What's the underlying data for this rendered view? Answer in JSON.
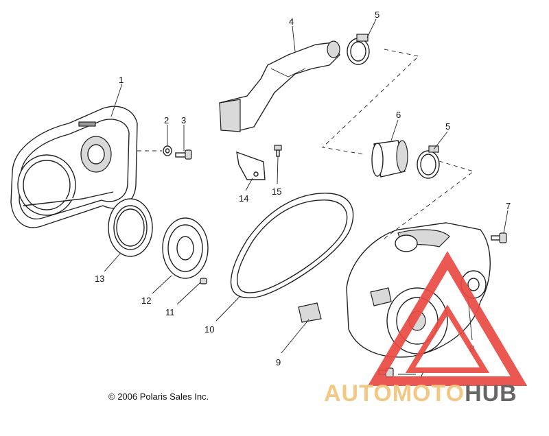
{
  "copyright": "© 2006 Polaris Sales Inc.",
  "watermark": {
    "brand_part1": "AUTOMOTO",
    "brand_part2": "HUB",
    "colors": {
      "auto": "#f3c47a",
      "moto": "#f07b74",
      "hub": "#5a5a5a",
      "triangle": "#ea4a44"
    }
  },
  "callouts": [
    "1",
    "2",
    "3",
    "4",
    "5",
    "5",
    "6",
    "7",
    "7",
    "8",
    "9",
    "10",
    "11",
    "12",
    "13",
    "14",
    "15"
  ]
}
